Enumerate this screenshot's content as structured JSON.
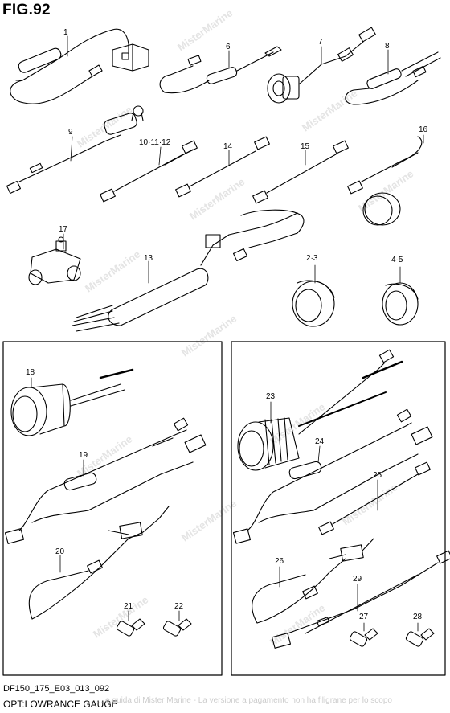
{
  "figure": {
    "title": "FIG.92",
    "code": "DF150_175_E03_013_092",
    "subtitle": "OPT:LOWRANCE GAUGE",
    "notice": "... e guida di Mister Marine - La versione a pagamento non ha filigrane per lo scopo"
  },
  "watermark": "MisterMarine",
  "callouts": [
    {
      "id": "p1",
      "text": "1"
    },
    {
      "id": "p6",
      "text": "6"
    },
    {
      "id": "p7",
      "text": "7"
    },
    {
      "id": "p8",
      "text": "8"
    },
    {
      "id": "p9",
      "text": "9"
    },
    {
      "id": "p10",
      "text": "10·11·12"
    },
    {
      "id": "p14",
      "text": "14"
    },
    {
      "id": "p15",
      "text": "15"
    },
    {
      "id": "p16",
      "text": "16"
    },
    {
      "id": "p17",
      "text": "17"
    },
    {
      "id": "p13",
      "text": "13"
    },
    {
      "id": "p23a",
      "text": "2·3"
    },
    {
      "id": "p45",
      "text": "4·5"
    },
    {
      "id": "p18",
      "text": "18"
    },
    {
      "id": "p19",
      "text": "19"
    },
    {
      "id": "p20",
      "text": "20"
    },
    {
      "id": "p21",
      "text": "21"
    },
    {
      "id": "p22",
      "text": "22"
    },
    {
      "id": "p23",
      "text": "23"
    },
    {
      "id": "p24",
      "text": "24"
    },
    {
      "id": "p25",
      "text": "25"
    },
    {
      "id": "p26",
      "text": "26"
    },
    {
      "id": "p29",
      "text": "29"
    },
    {
      "id": "p27",
      "text": "27"
    },
    {
      "id": "p28",
      "text": "28"
    }
  ]
}
